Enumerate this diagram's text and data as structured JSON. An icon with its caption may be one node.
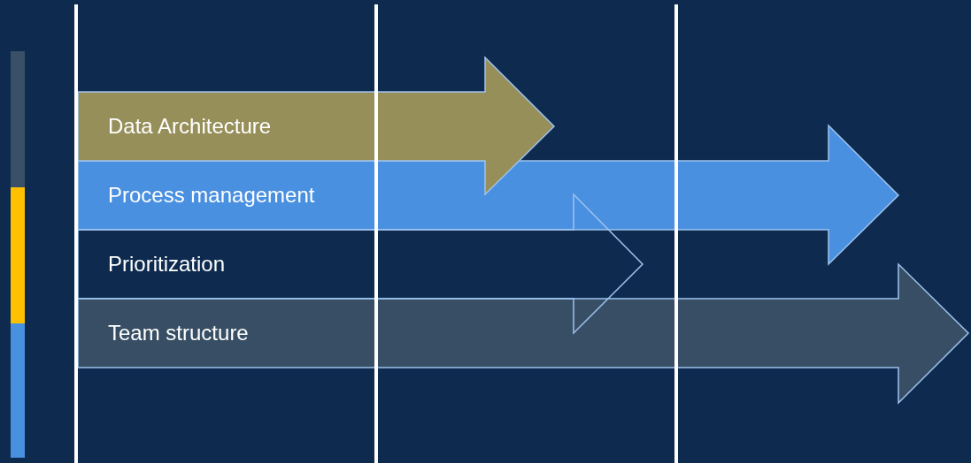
{
  "diagram": {
    "nodes": [
      {
        "text": [
          "Data Architecture"
        ]
      },
      {
        "text": [
          "Process management"
        ]
      },
      {
        "text": [
          "Prioritization"
        ]
      },
      {
        "text": [
          "Team structure"
        ]
      }
    ]
  }
}
